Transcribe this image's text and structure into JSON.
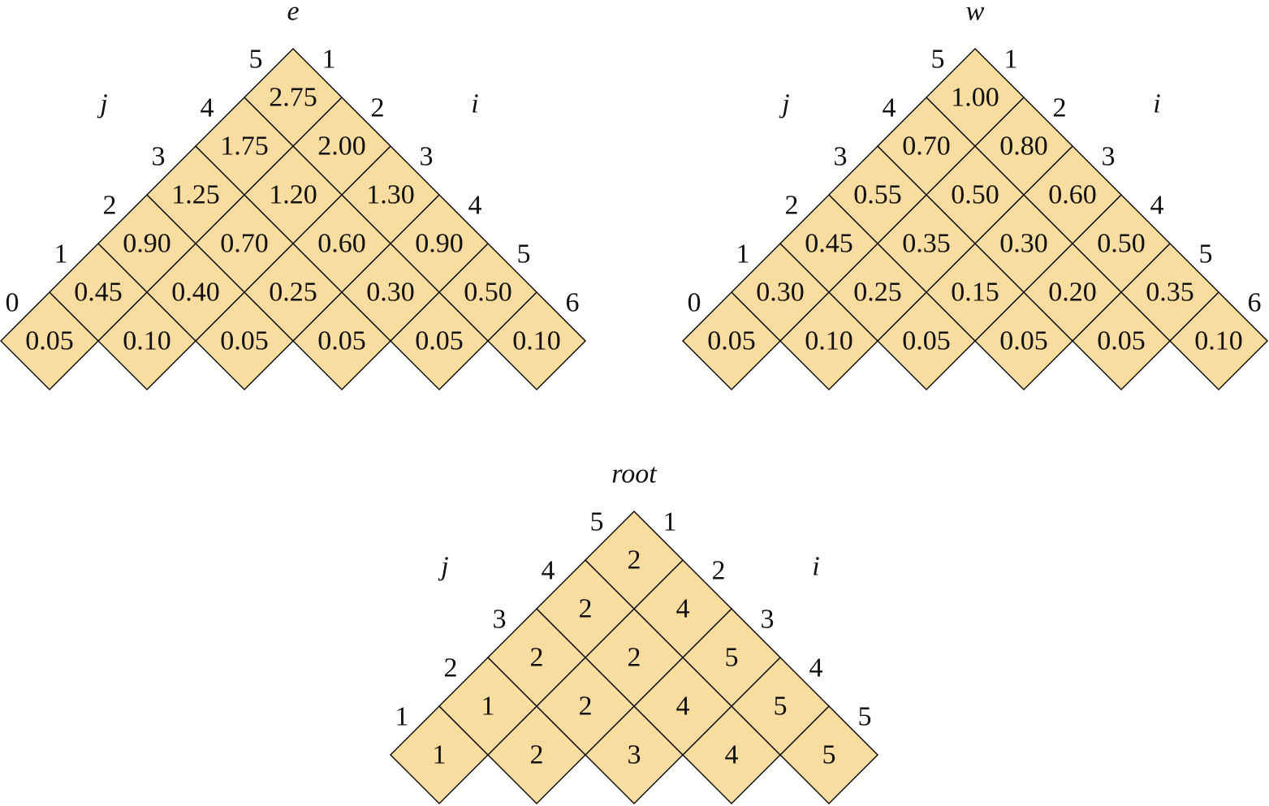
{
  "fill_color": "#F9DCA0",
  "tables": [
    {
      "id": "e",
      "title": "e",
      "left_axis_label": "j",
      "right_axis_label": "i",
      "left_indices": [
        "0",
        "1",
        "2",
        "3",
        "4",
        "5"
      ],
      "right_indices": [
        "1",
        "2",
        "3",
        "4",
        "5",
        "6"
      ],
      "rows_from_bottom": [
        [
          "0.05",
          "0.10",
          "0.05",
          "0.05",
          "0.05",
          "0.10"
        ],
        [
          "0.45",
          "0.40",
          "0.25",
          "0.30",
          "0.50"
        ],
        [
          "0.90",
          "0.70",
          "0.60",
          "0.90"
        ],
        [
          "1.25",
          "1.20",
          "1.30"
        ],
        [
          "1.75",
          "2.00"
        ],
        [
          "2.75"
        ]
      ]
    },
    {
      "id": "w",
      "title": "w",
      "left_axis_label": "j",
      "right_axis_label": "i",
      "left_indices": [
        "0",
        "1",
        "2",
        "3",
        "4",
        "5"
      ],
      "right_indices": [
        "1",
        "2",
        "3",
        "4",
        "5",
        "6"
      ],
      "rows_from_bottom": [
        [
          "0.05",
          "0.10",
          "0.05",
          "0.05",
          "0.05",
          "0.10"
        ],
        [
          "0.30",
          "0.25",
          "0.15",
          "0.20",
          "0.35"
        ],
        [
          "0.45",
          "0.35",
          "0.30",
          "0.50"
        ],
        [
          "0.55",
          "0.50",
          "0.60"
        ],
        [
          "0.70",
          "0.80"
        ],
        [
          "1.00"
        ]
      ]
    },
    {
      "id": "root",
      "title": "root",
      "left_axis_label": "j",
      "right_axis_label": "i",
      "left_indices": [
        "1",
        "2",
        "3",
        "4",
        "5"
      ],
      "right_indices": [
        "1",
        "2",
        "3",
        "4",
        "5"
      ],
      "rows_from_bottom": [
        [
          "1",
          "2",
          "3",
          "4",
          "5"
        ],
        [
          "1",
          "2",
          "4",
          "5"
        ],
        [
          "2",
          "2",
          "5"
        ],
        [
          "2",
          "4"
        ],
        [
          "2"
        ]
      ]
    }
  ]
}
